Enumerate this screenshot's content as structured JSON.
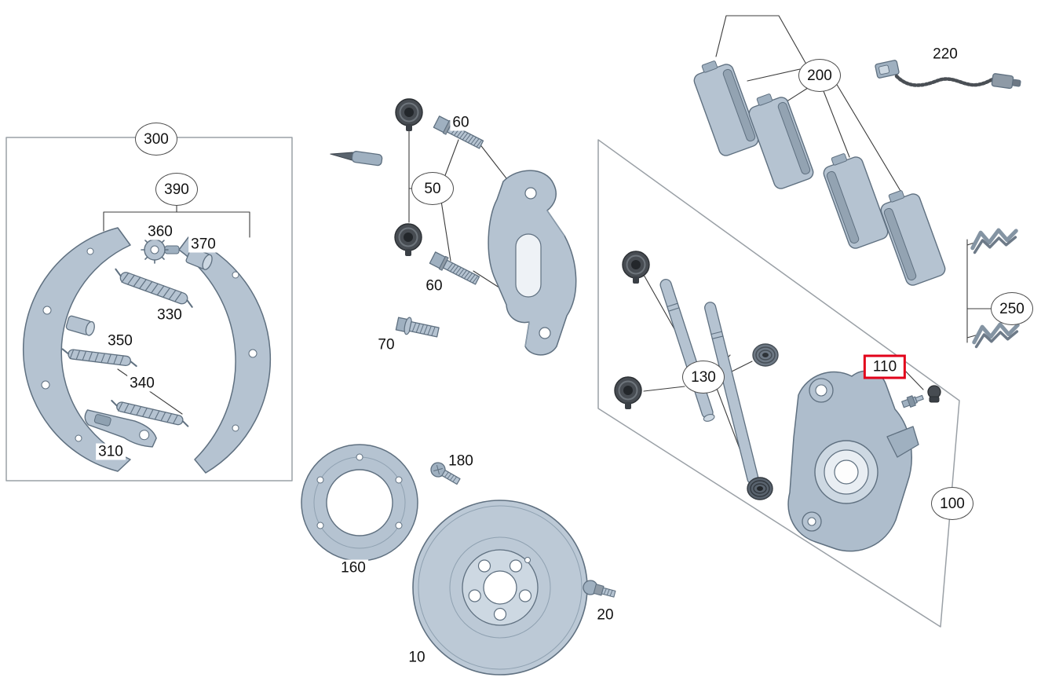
{
  "diagram": {
    "highlight_color": "#e2001a",
    "part_fill_color": "#b5c3d1",
    "part_stroke_color": "#5f7080",
    "rubber_part_color": "#474c52",
    "callouts": [
      {
        "label": "300",
        "style": "ellipse"
      },
      {
        "label": "390",
        "style": "ellipse"
      },
      {
        "label": "360",
        "style": "plain"
      },
      {
        "label": "370",
        "style": "plain"
      },
      {
        "label": "330",
        "style": "plain"
      },
      {
        "label": "350",
        "style": "plain"
      },
      {
        "label": "340",
        "style": "plain"
      },
      {
        "label": "310",
        "style": "plain"
      },
      {
        "label": "60",
        "style": "plain"
      },
      {
        "label": "50",
        "style": "ellipse"
      },
      {
        "label": "60",
        "style": "plain"
      },
      {
        "label": "70",
        "style": "plain"
      },
      {
        "label": "180",
        "style": "plain"
      },
      {
        "label": "160",
        "style": "plain"
      },
      {
        "label": "10",
        "style": "plain"
      },
      {
        "label": "20",
        "style": "plain"
      },
      {
        "label": "200",
        "style": "ellipse"
      },
      {
        "label": "220",
        "style": "plain"
      },
      {
        "label": "250",
        "style": "ellipse"
      },
      {
        "label": "130",
        "style": "ellipse"
      },
      {
        "label": "110",
        "style": "highlighted-box"
      },
      {
        "label": "100",
        "style": "ellipse"
      }
    ]
  }
}
